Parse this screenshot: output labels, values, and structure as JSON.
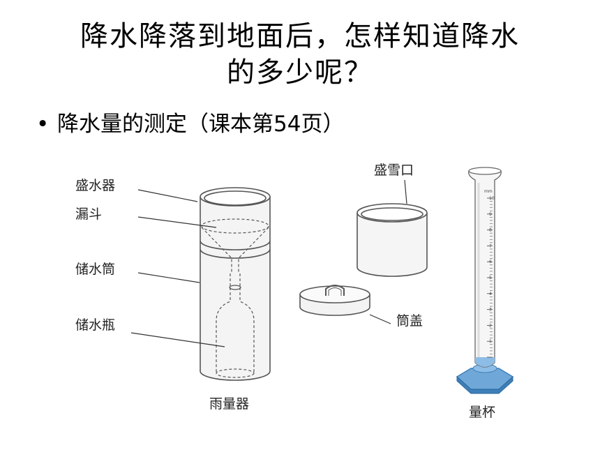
{
  "slide": {
    "title_line1": "降水降落到地面后，怎样知道降水",
    "title_line2": "的多少呢？",
    "bullet_mark": "•",
    "bullet_text": "降水量的测定（课本第54页）"
  },
  "figure": {
    "rain_gauge": {
      "caption": "雨量器",
      "part_labels": [
        "盛水器",
        "漏斗",
        "储水筒",
        "储水瓶"
      ]
    },
    "snow_collector": {
      "label": "盛雪口"
    },
    "cover": {
      "label": "筒盖"
    },
    "measuring_cup": {
      "caption": "量杯",
      "unit": "mm",
      "scale": [
        "10",
        "9",
        "8",
        "7",
        "6",
        "5",
        "4",
        "3",
        "2",
        "1"
      ]
    },
    "colors": {
      "line": "#555555",
      "glass_fill": "#f2f2f2",
      "cup_base": "#6fa8d8",
      "cup_base_dark": "#3d7fb8"
    }
  }
}
